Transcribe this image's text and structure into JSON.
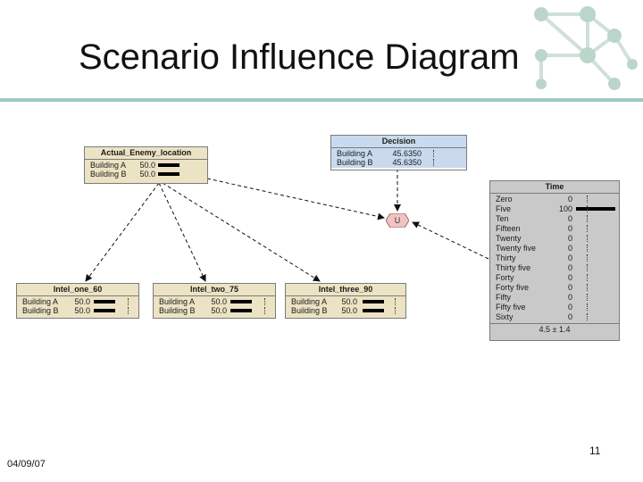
{
  "slide": {
    "title": "Scenario Influence Diagram",
    "date": "04/09/07",
    "page_number": "11",
    "accent_color": "#9dc9c3"
  },
  "nodes": {
    "actual_enemy_location": {
      "title": "Actual_Enemy_location",
      "rows": [
        {
          "state": "Building A",
          "value": "50.0",
          "bar": 0.5
        },
        {
          "state": "Building B",
          "value": "50.0",
          "bar": 0.5
        }
      ]
    },
    "decision": {
      "title": "Decision",
      "rows": [
        {
          "state": "Building A",
          "value": "45.6350"
        },
        {
          "state": "Building B",
          "value": "45.6350"
        }
      ]
    },
    "utility": {
      "label": "U"
    },
    "intel_one": {
      "title": "Intel_one_60",
      "rows": [
        {
          "state": "Building A",
          "value": "50.0",
          "bar": 0.5
        },
        {
          "state": "Building B",
          "value": "50.0",
          "bar": 0.5
        }
      ]
    },
    "intel_two": {
      "title": "Intel_two_75",
      "rows": [
        {
          "state": "Building A",
          "value": "50.0",
          "bar": 0.5
        },
        {
          "state": "Building B",
          "value": "50.0",
          "bar": 0.5
        }
      ]
    },
    "intel_three": {
      "title": "Intel_three_90",
      "rows": [
        {
          "state": "Building A",
          "value": "50.0",
          "bar": 0.5
        },
        {
          "state": "Building B",
          "value": "50.0",
          "bar": 0.5
        }
      ]
    },
    "time": {
      "title": "Time",
      "footer": "4.5 ± 1.4",
      "rows": [
        {
          "state": "Zero",
          "value": "0",
          "bar": 0
        },
        {
          "state": "Five",
          "value": "100",
          "bar": 1
        },
        {
          "state": "Ten",
          "value": "0",
          "bar": 0
        },
        {
          "state": "Fifteen",
          "value": "0",
          "bar": 0
        },
        {
          "state": "Twenty",
          "value": "0",
          "bar": 0
        },
        {
          "state": "Twenty five",
          "value": "0",
          "bar": 0
        },
        {
          "state": "Thirty",
          "value": "0",
          "bar": 0
        },
        {
          "state": "Thirty five",
          "value": "0",
          "bar": 0
        },
        {
          "state": "Forty",
          "value": "0",
          "bar": 0
        },
        {
          "state": "Forty five",
          "value": "0",
          "bar": 0
        },
        {
          "state": "Fifty",
          "value": "0",
          "bar": 0
        },
        {
          "state": "Fifty five",
          "value": "0",
          "bar": 0
        },
        {
          "state": "Sixty",
          "value": "0",
          "bar": 0
        }
      ]
    }
  }
}
